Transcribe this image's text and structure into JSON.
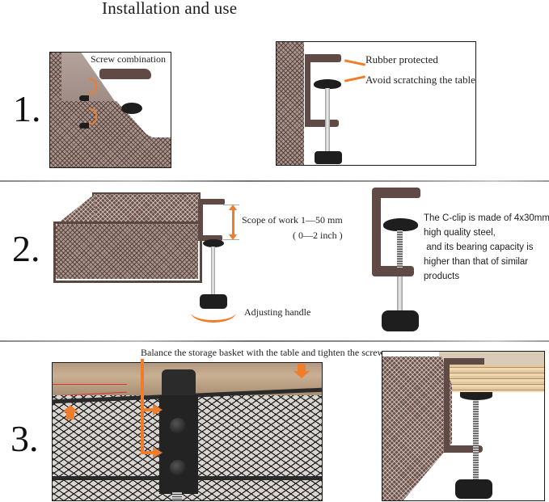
{
  "title": "Installation and use",
  "colors": {
    "accent_orange": "#ef7d2c",
    "clip_brown": "#5f4a45",
    "knob_black": "#1e1e1e",
    "divider_gray": "#8a8a8a"
  },
  "steps": [
    {
      "number": "1.",
      "panels": [
        {
          "label": "Screw combination",
          "icons": [
            "screw-icon",
            "curved-arrow-icon"
          ]
        },
        {
          "labels": [
            "Rubber protected",
            "Avoid scratching the table"
          ],
          "icons": [
            "arrow-left-icon",
            "arrow-left-icon"
          ]
        }
      ]
    },
    {
      "number": "2.",
      "scope": {
        "line1": "Scope of work 1—50 mm",
        "line2": "( 0—2 inch )"
      },
      "adjusting_label": "Adjusting handle",
      "cclip_description": "The C-clip is made of 4x30mm\nhigh quality steel,\n and its bearing capacity is\nhigher than that of similar\nproducts"
    },
    {
      "number": "3.",
      "label": "Balance the storage basket with the table and tighten the screws"
    }
  ]
}
